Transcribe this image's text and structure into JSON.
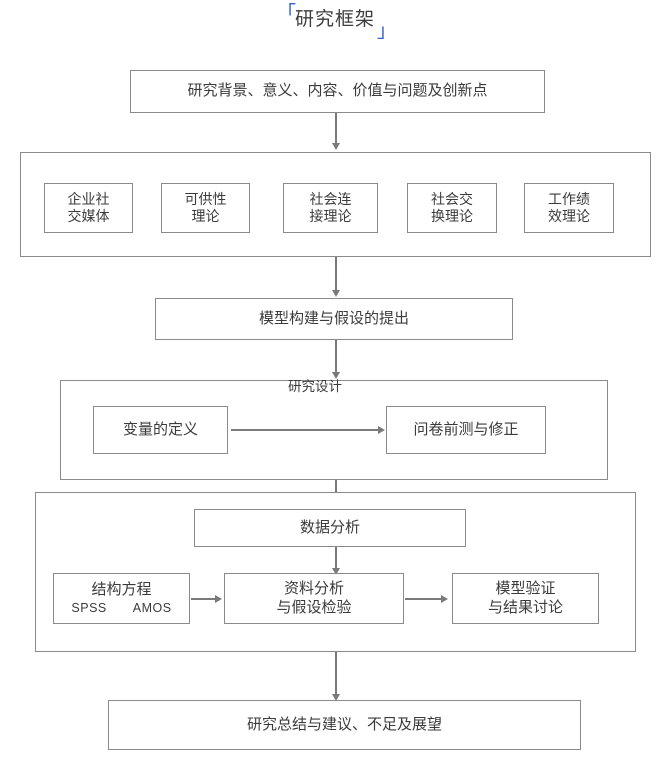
{
  "diagram": {
    "title": {
      "bracket_open": "「",
      "text": "研究框架",
      "bracket_close": "」"
    },
    "nodes": {
      "intro": "研究背景、意义、内容、价值与问题及创新点",
      "theory_boxes": [
        "企业社\n交媒体",
        "可供性\n理论",
        "社会连\n接理论",
        "社会交\n换理论",
        "工作绩\n效理论"
      ],
      "model": "模型构建与假设的提出",
      "design_caption": "研究设计",
      "variable_def": "变量的定义",
      "pretest": "问卷前测与修正",
      "data_analysis": "数据分析",
      "sem_title": "结构方程",
      "sem_tools": "SPSS　　AMOS",
      "analysis_hypothesis": "资料分析\n与假设检验",
      "model_validation": "模型验证\n与结果讨论",
      "conclusion": "研究总结与建议、不足及展望"
    },
    "colors": {
      "bracket": "#2f5fd0",
      "border": "#8a8a8a",
      "connector": "#7a7a7a",
      "text": "#3b3b3b",
      "background": "#ffffff"
    }
  }
}
